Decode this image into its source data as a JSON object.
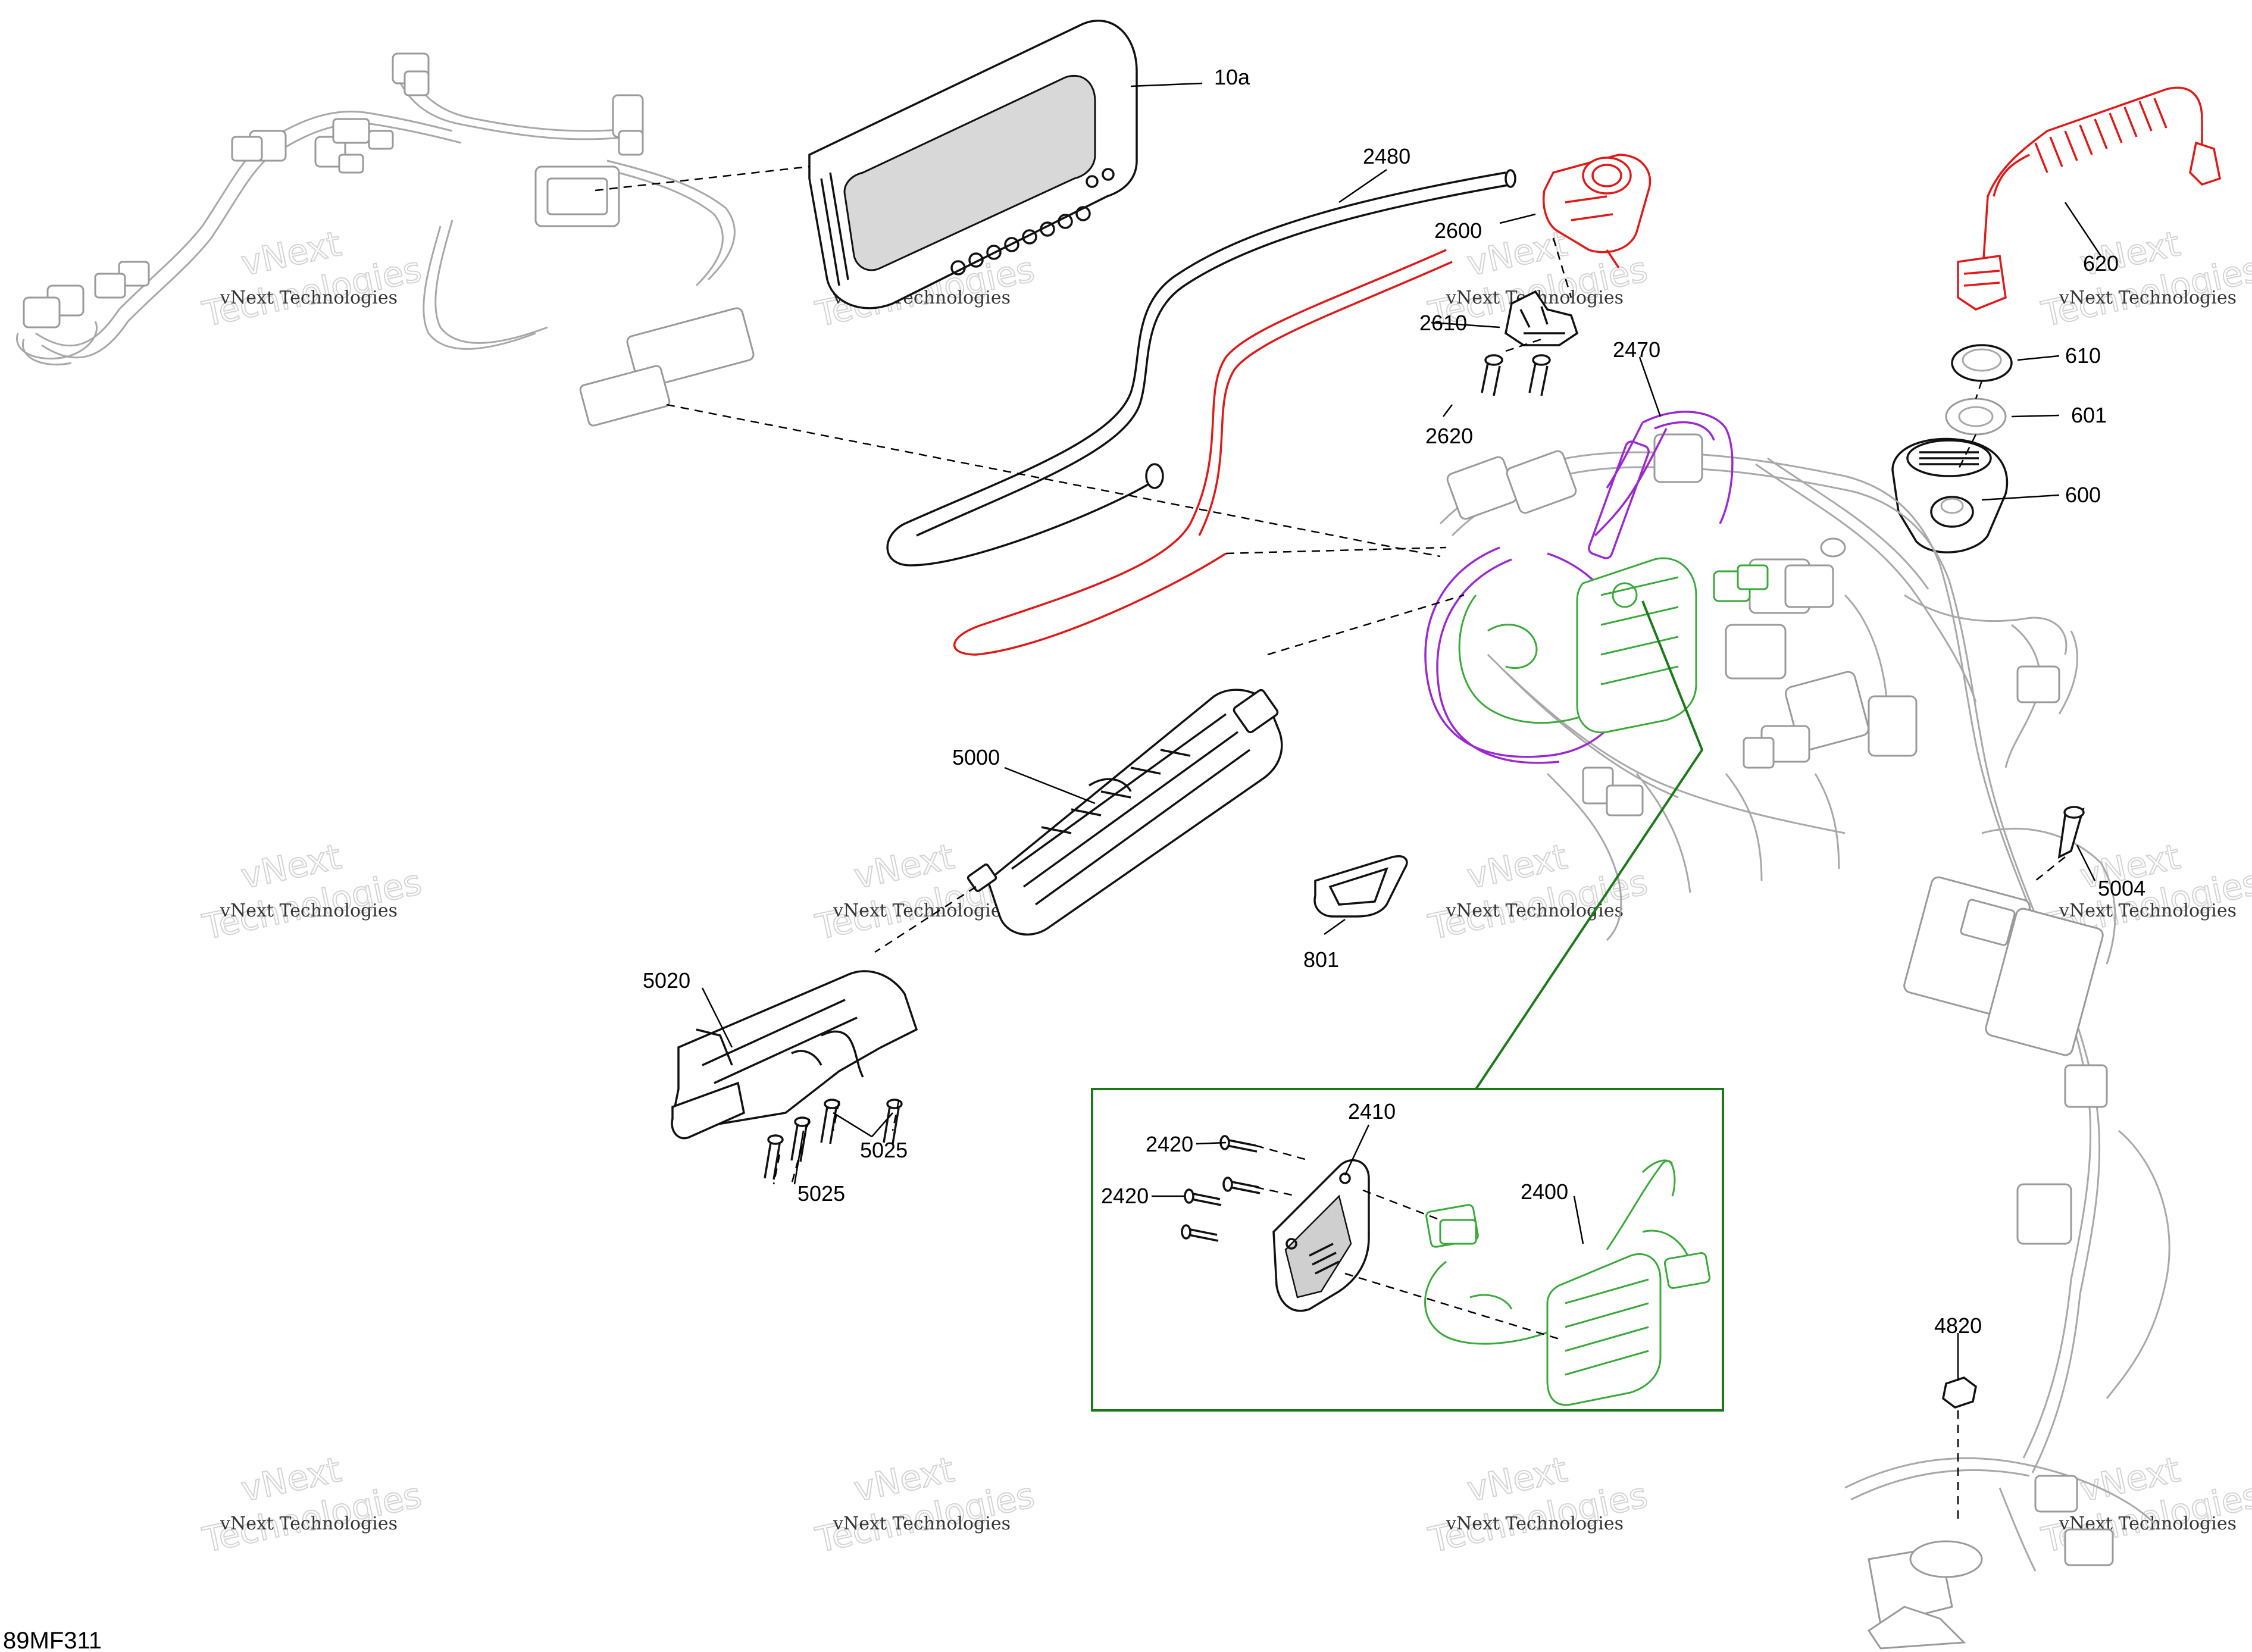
{
  "figure_code": "89MF311",
  "callouts": {
    "c10a": "10a",
    "c2480": "2480",
    "c2600": "2600",
    "c2610": "2610",
    "c2620": "2620",
    "c2470": "2470",
    "c620": "620",
    "c610": "610",
    "c601": "601",
    "c600": "600",
    "c5000": "5000",
    "c5004": "5004",
    "c801": "801",
    "c5020": "5020",
    "c5025a": "5025",
    "c5025b": "5025",
    "c2410": "2410",
    "c2420a": "2420",
    "c2420b": "2420",
    "c2400": "2400",
    "c4820": "4820"
  },
  "watermark": {
    "line1": "vNext Technologies",
    "line2": "Technologies",
    "line3": "vNext"
  },
  "colors": {
    "red_highlight": "#e01818",
    "green_highlight": "#3aa83a",
    "purple_highlight": "#9a2ad0",
    "inset_frame": "#1a7a1a"
  }
}
